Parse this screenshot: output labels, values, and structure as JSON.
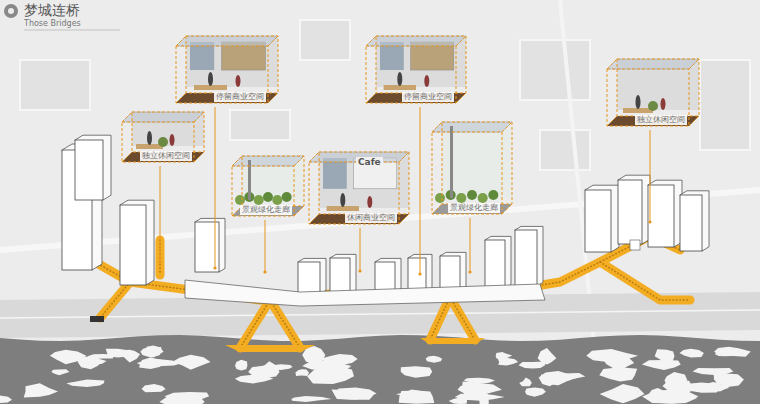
{
  "diagram": {
    "title": "梦城连桥",
    "nodes": [
      {
        "text": [
          "独立休闲空间"
        ]
      },
      {
        "text": [
          "停留商业空间"
        ]
      },
      {
        "text": [
          "景观绿化走廊"
        ]
      },
      {
        "text": [
          "休闲商业空间"
        ]
      },
      {
        "text": [
          "停留商业空间"
        ]
      },
      {
        "text": [
          "景观绿化走廊"
        ]
      },
      {
        "text": [
          "独立休闲空间"
        ]
      }
    ],
    "labels": [
      "Those Bridges",
      "Cafe"
    ]
  }
}
